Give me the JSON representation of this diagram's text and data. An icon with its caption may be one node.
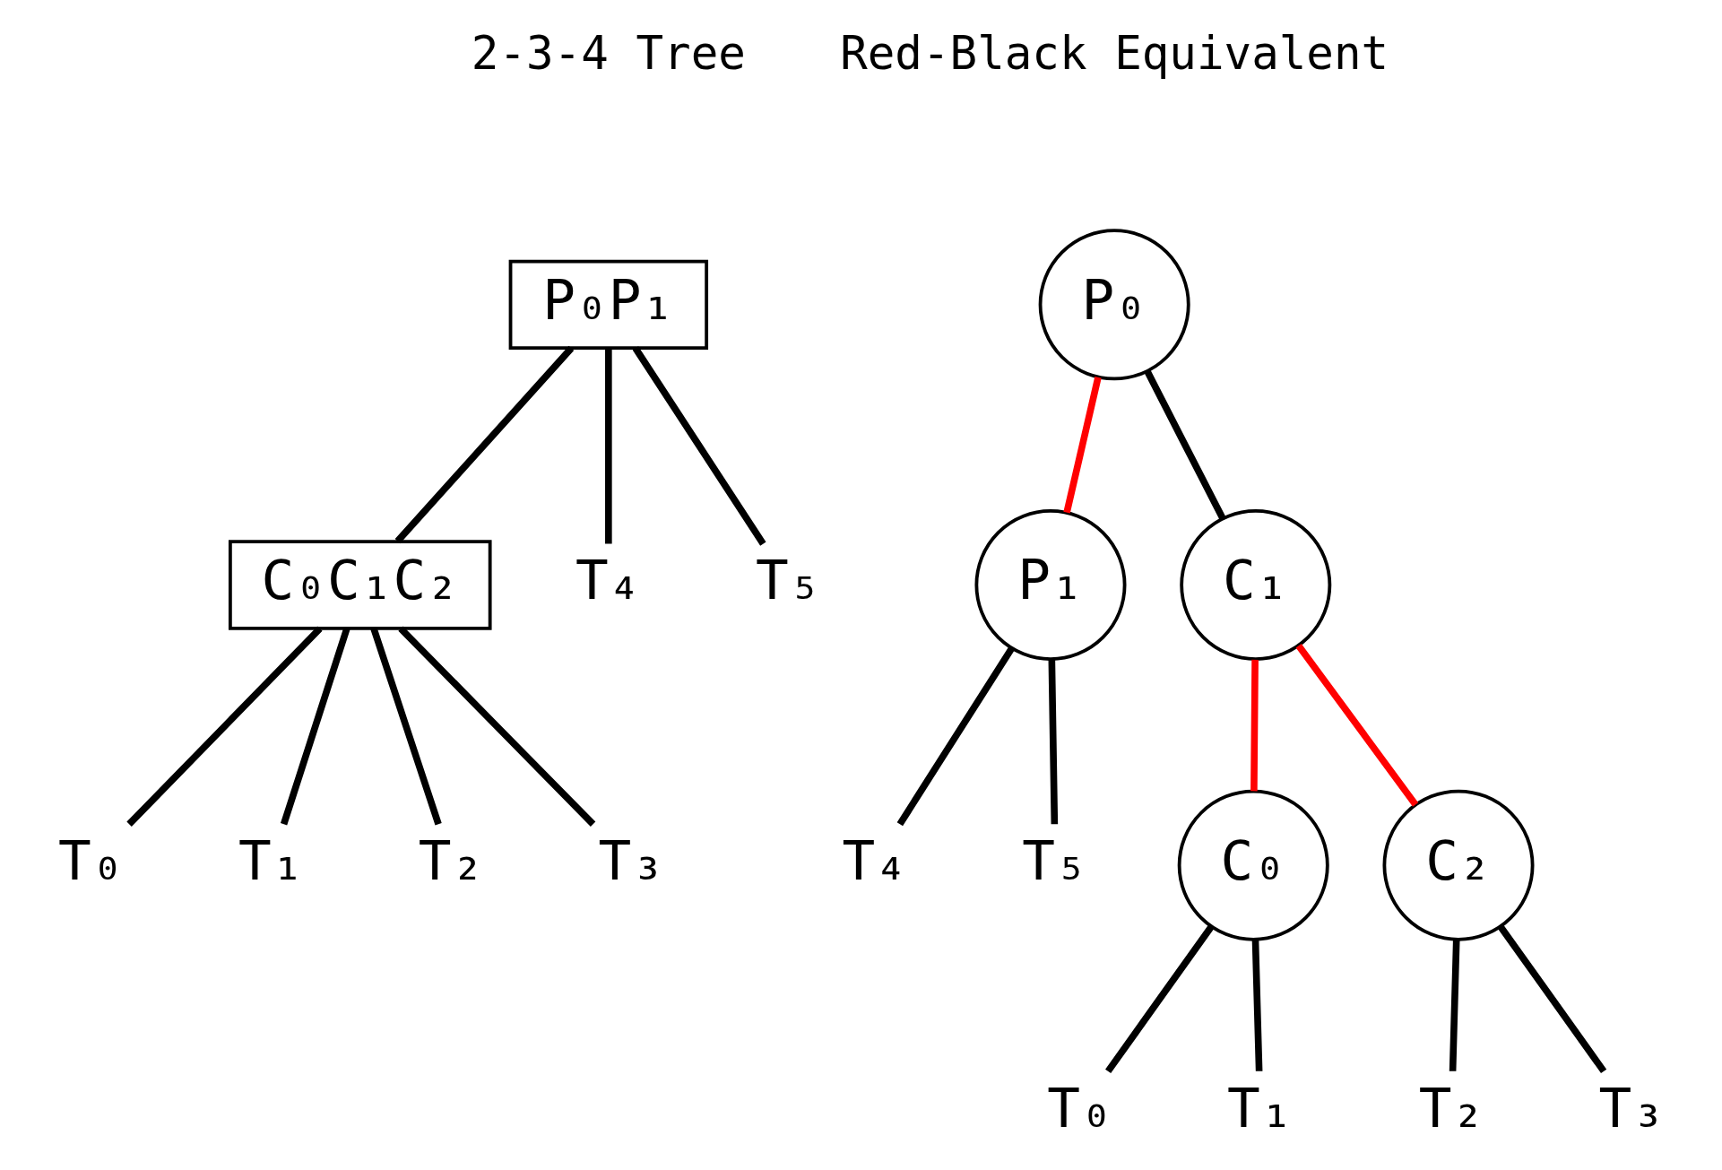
{
  "diagram": {
    "nodes": [
      {
        "text": [
          "P₀P₁"
        ]
      },
      {
        "text": [
          "C₀C₁C₂"
        ]
      },
      {
        "text": [
          "T₄"
        ]
      },
      {
        "text": [
          "T₅"
        ]
      },
      {
        "text": [
          "T₀"
        ]
      },
      {
        "text": [
          "T₁"
        ]
      },
      {
        "text": [
          "T₂"
        ]
      },
      {
        "text": [
          "T₃"
        ]
      },
      {
        "text": [
          "P₀"
        ]
      },
      {
        "text": [
          "P₁"
        ]
      },
      {
        "text": [
          "C₁"
        ]
      },
      {
        "text": [
          "T₄"
        ]
      },
      {
        "text": [
          "T₅"
        ]
      },
      {
        "text": [
          "C₀"
        ]
      },
      {
        "text": [
          "C₂"
        ]
      },
      {
        "text": [
          "T₀"
        ]
      },
      {
        "text": [
          "T₁"
        ]
      },
      {
        "text": [
          "T₂"
        ]
      },
      {
        "text": [
          "T₃"
        ]
      }
    ],
    "edges": [
      {
        "from": 0,
        "to": 1,
        "arrow": "none"
      },
      {
        "from": 0,
        "to": 2,
        "arrow": "none"
      },
      {
        "from": 0,
        "to": 3,
        "arrow": "none"
      },
      {
        "from": 1,
        "to": 4,
        "arrow": "none"
      },
      {
        "from": 1,
        "to": 5,
        "arrow": "none"
      },
      {
        "from": 1,
        "to": 6,
        "arrow": "none"
      },
      {
        "from": 1,
        "to": 7,
        "arrow": "none"
      },
      {
        "from": 8,
        "to": 10,
        "arrow": "none"
      },
      {
        "from": 8,
        "to": 9,
        "arrow": "none",
        "color": "#ff0000"
      },
      {
        "from": 9,
        "to": 11,
        "arrow": "none"
      },
      {
        "from": 9,
        "to": 12,
        "arrow": "none"
      },
      {
        "from": 10,
        "to": 13,
        "arrow": "none",
        "color": "#ff0000"
      },
      {
        "from": 10,
        "to": 14,
        "arrow": "none",
        "color": "#ff0000"
      },
      {
        "from": 13,
        "to": 15,
        "arrow": "none"
      },
      {
        "from": 13,
        "to": 16,
        "arrow": "none"
      },
      {
        "from": 14,
        "to": 17,
        "arrow": "none"
      },
      {
        "from": 14,
        "to": 18,
        "arrow": "none"
      }
    ],
    "labels": [
      "2-3-4 Tree",
      "Red-Black Equivalent"
    ]
  }
}
